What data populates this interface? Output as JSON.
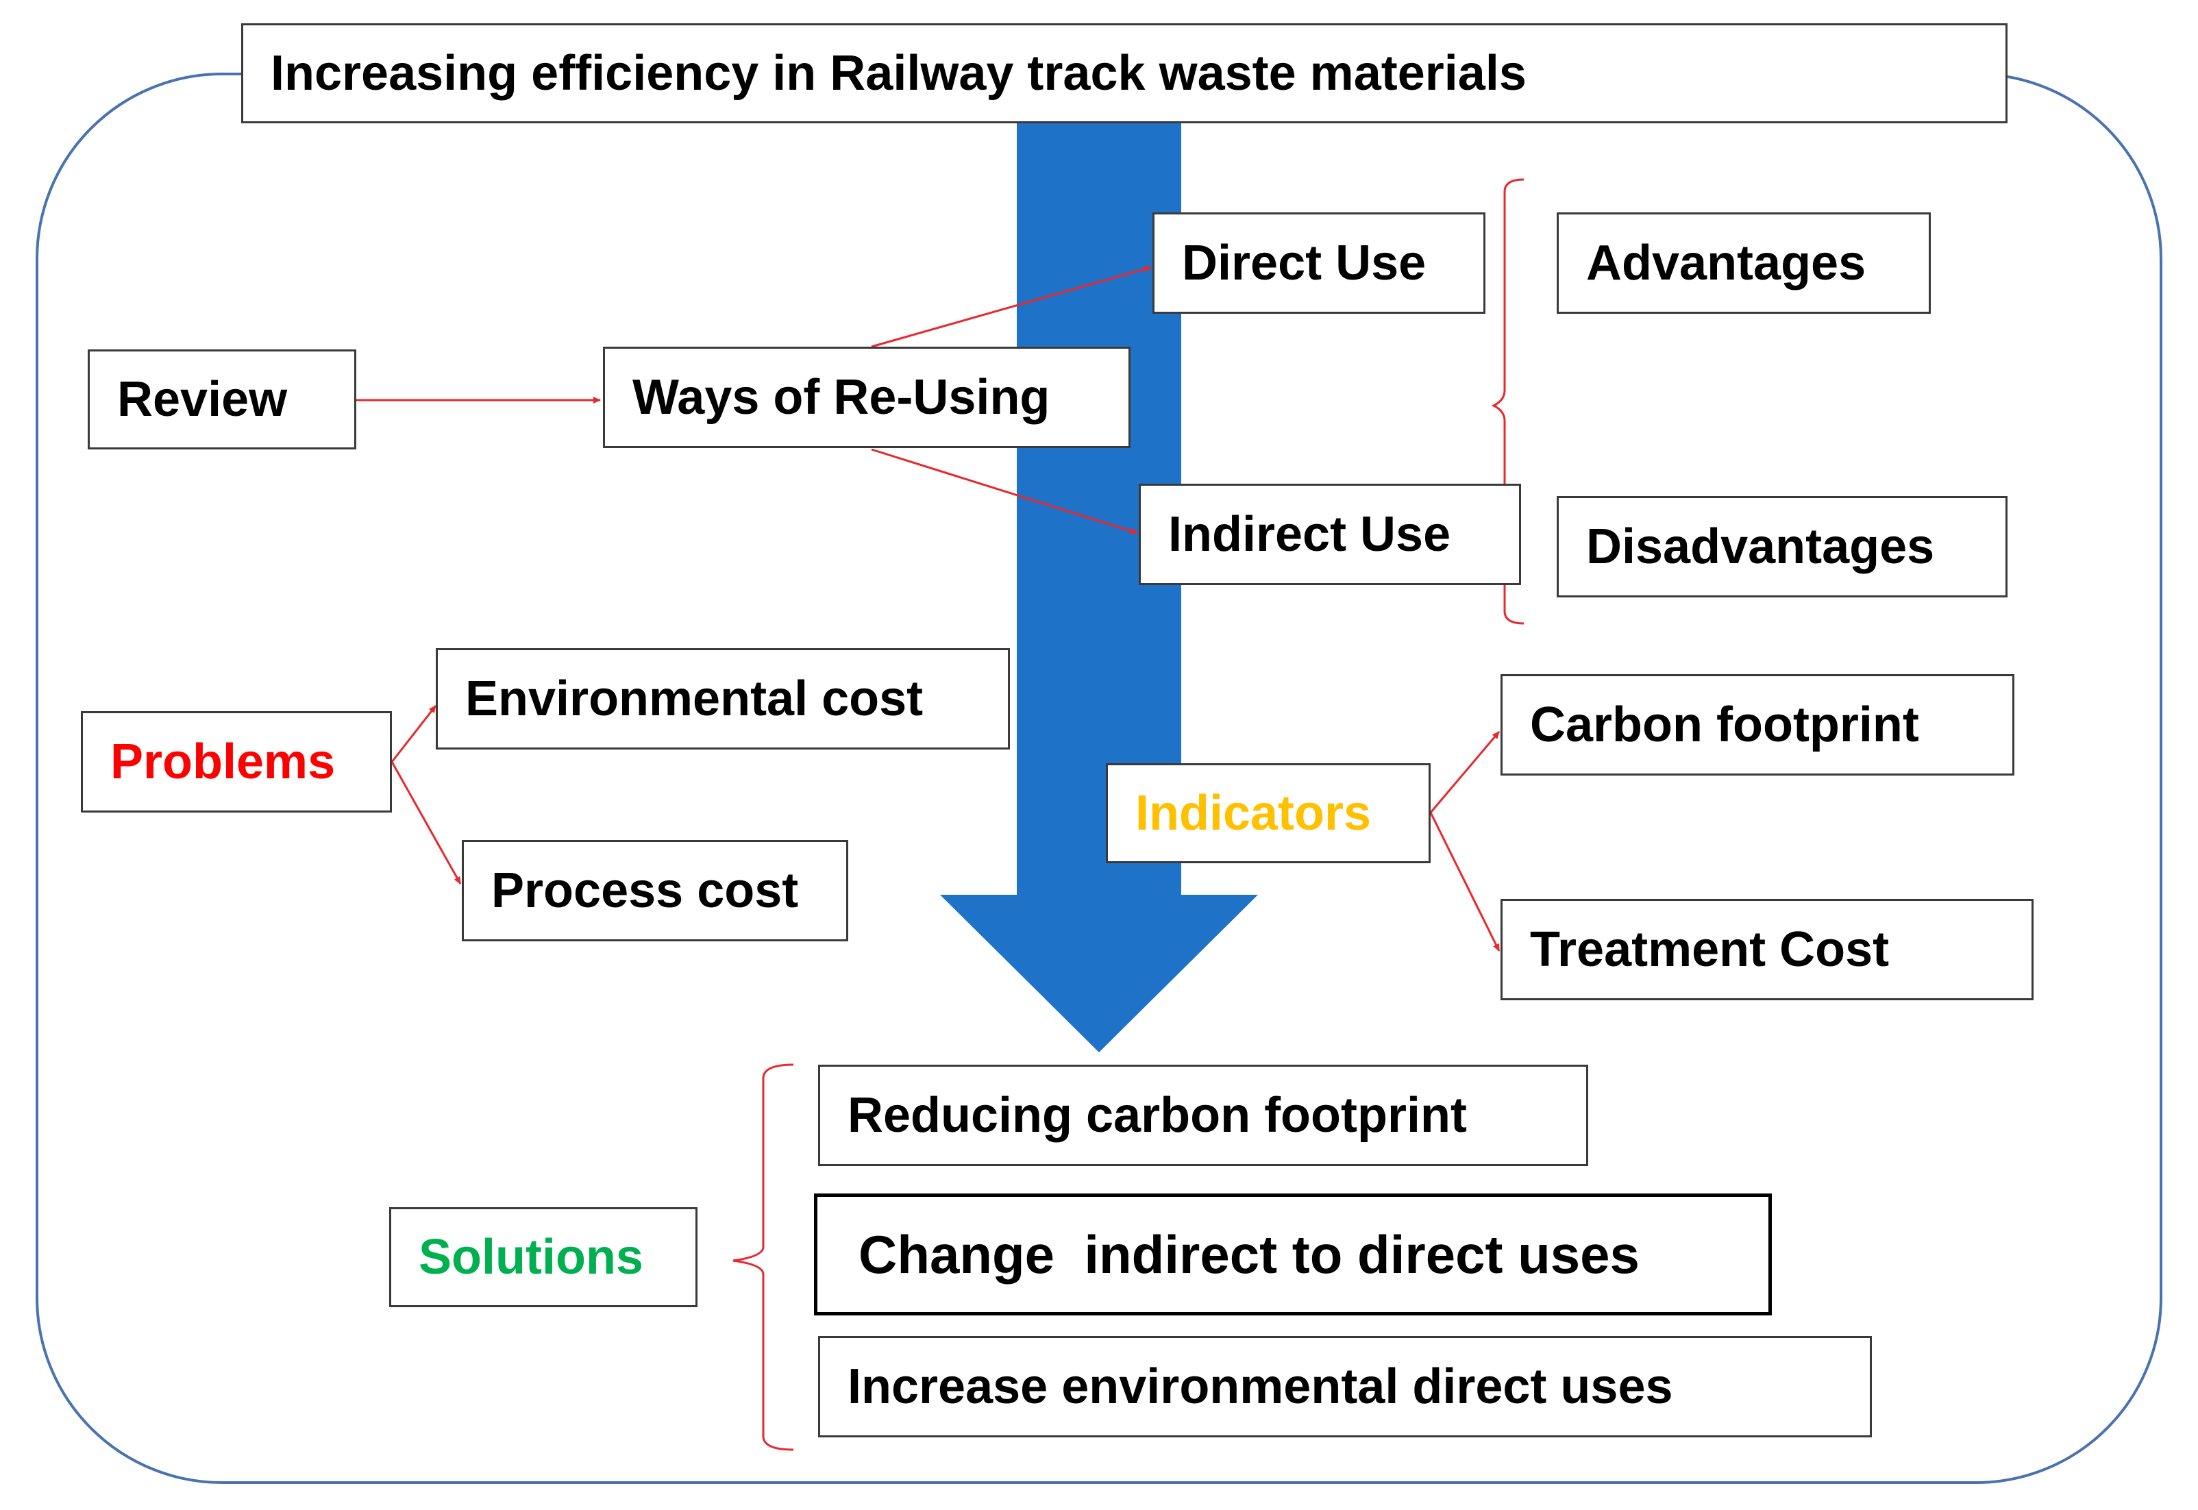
{
  "title": "Increasing efficiency in Railway track waste materials",
  "review": "Review",
  "ways_of_reusing": "Ways of Re-Using",
  "direct_use": "Direct Use",
  "indirect_use": "Indirect Use",
  "advantages": "Advantages",
  "disadvantages": "Disadvantages",
  "problems": {
    "label": "Problems",
    "items": [
      "Environmental cost",
      "Process cost"
    ]
  },
  "indicators": {
    "label": "Indicators",
    "items": [
      "Carbon footprint",
      "Treatment Cost"
    ]
  },
  "solutions": {
    "label": "Solutions",
    "items": [
      "Reducing carbon footprint",
      "Change  indirect to direct uses",
      "Increase environmental direct uses"
    ]
  },
  "colors": {
    "arrow_blue": "#1E73C9",
    "frame_blue": "#4A72B0",
    "connector_red": "#E8282E",
    "problems_red": "#FF0000",
    "indicators_gold": "#FFC000",
    "solutions_green": "#00B050"
  }
}
